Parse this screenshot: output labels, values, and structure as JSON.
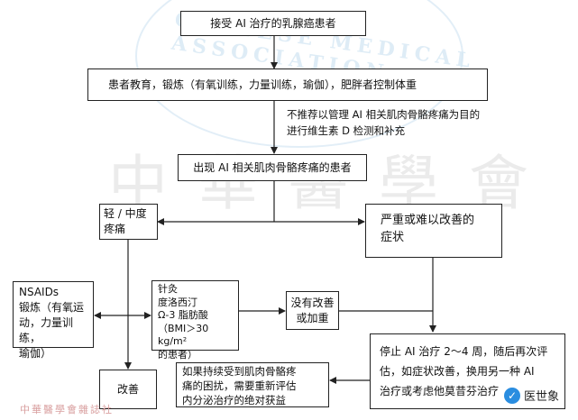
{
  "watermark": {
    "line1": "CHINESE MEDICAL ASSOCIATION",
    "big": "中華醫學會",
    "bottom": "中華醫學會雜誌社"
  },
  "flow": {
    "start": "接受 AI 治疗的乳腺癌患者",
    "education": "患者教育，锻炼（有氧训练，力量训练，瑜伽），肥胖者控制体重",
    "note_line1": "不推荐以管理 AI 相关肌肉骨骼疼痛为目的",
    "note_line2": "进行维生素 D 检测和补充",
    "symptoms": "出现 AI 相关肌肉骨骼疼痛的患者",
    "mild_line1": "轻 / 中度",
    "mild_line2": "疼痛",
    "severe_line1": "严重或难以改善的",
    "severe_line2": "症状",
    "nsaids_line1": "NSAIDs",
    "nsaids_line2": "锻炼（有氧运",
    "nsaids_line3": "动，力量训练，",
    "nsaids_line4": "瑜伽）",
    "options_line1": "针灸",
    "options_line2": "度洛西汀",
    "options_line3": "Ω-3 脂肪酸",
    "options_line4": "（BMI＞30 kg/m²",
    "options_line5": "的患者）",
    "no_improve_line1": "没有改善",
    "no_improve_line2": "或加重",
    "stop_line1": "停止 AI 治疗 2～4 周，随后再次评",
    "stop_line2": "估，如症状改善，换用另一种 AI",
    "stop_line3": "治疗或考虑他莫昔芬治疗",
    "improve": "改善",
    "persist_line1": "如果持续受到肌肉骨骼疼",
    "persist_line2": "痛的困扰，需要重新评估",
    "persist_line3": "内分泌治疗的绝对获益"
  },
  "badge": {
    "text": "医世象"
  },
  "colors": {
    "line": "#222222",
    "watermark_blue": "#d6e8f4"
  }
}
